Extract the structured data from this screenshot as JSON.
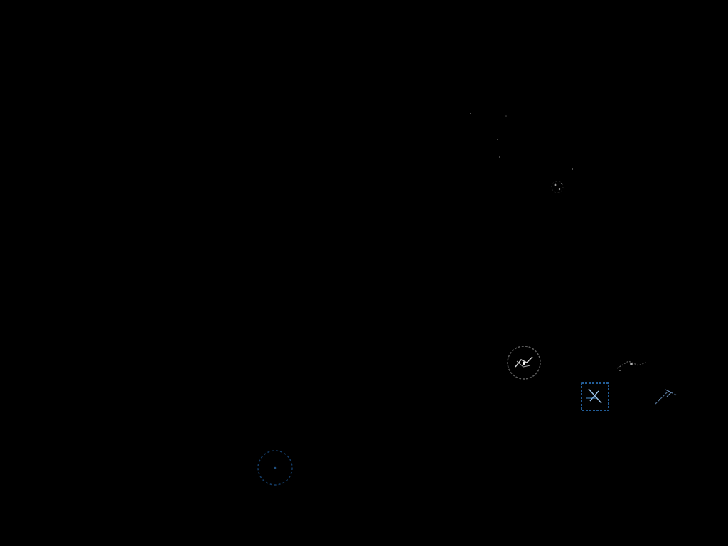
{
  "scene": {
    "background": "#000000",
    "objects": [
      {
        "icon": "faint-star-specks-icon",
        "kind": "specks",
        "color": "#7a7a7a"
      },
      {
        "icon": "satellite-cluster-icon",
        "kind": "dots",
        "color": "#9a9a9a"
      },
      {
        "icon": "ringed-orb-icon",
        "kind": "ring",
        "color": "#8c8c8c"
      },
      {
        "icon": "target-ring-icon",
        "kind": "ring-blue",
        "color": "#1a5a9a"
      },
      {
        "icon": "selected-unit-icon",
        "kind": "square",
        "color": "#2e7bc7"
      },
      {
        "icon": "drone-icon",
        "kind": "drone",
        "color": "#8a8a8a"
      },
      {
        "icon": "arrow-marker-icon",
        "kind": "arrow",
        "color": "#6a8ab0"
      }
    ]
  }
}
